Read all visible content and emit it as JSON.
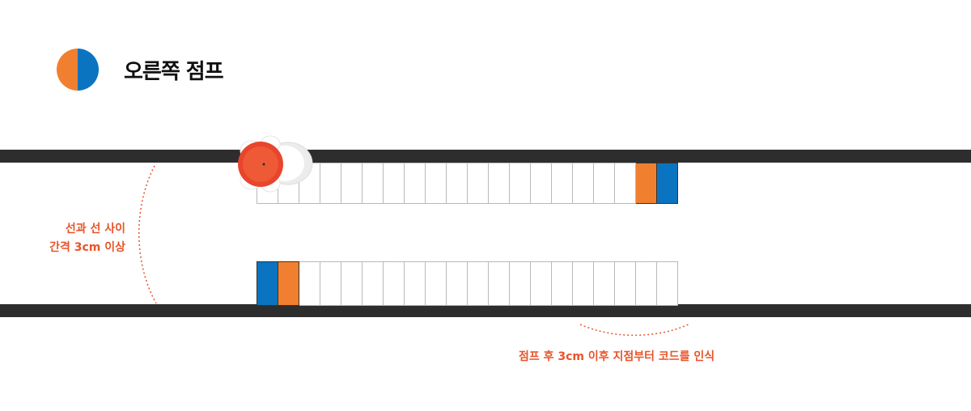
{
  "title": "오른쪽 점프",
  "legend_icon": {
    "name": "orange-blue-code-icon",
    "left_color": "#f08030",
    "right_color": "#0a74c0"
  },
  "colors": {
    "orange": "#f08030",
    "blue": "#0a74c0",
    "track": "#2d2d2d",
    "cell_border": "#b9b9b9",
    "annotation": "#e8542a",
    "robot": "#e8452c"
  },
  "top_strip": {
    "cells": [
      "",
      "",
      "",
      "",
      "",
      "",
      "",
      "",
      "",
      "",
      "",
      "",
      "",
      "",
      "",
      "",
      "",
      "",
      "orange",
      "blue"
    ]
  },
  "bottom_strip": {
    "cells": [
      "blue",
      "orange",
      "",
      "",
      "",
      "",
      "",
      "",
      "",
      "",
      "",
      "",
      "",
      "",
      "",
      "",
      "",
      "",
      "",
      ""
    ]
  },
  "annotations": {
    "gap_line1": "선과 선 사이",
    "gap_line2": "간격 3cm 이상",
    "jump_note": "점프 후 3cm 이후 지점부터 코드를 인식"
  },
  "robot": {
    "name": "robot-icon",
    "state": "on-top-line"
  }
}
